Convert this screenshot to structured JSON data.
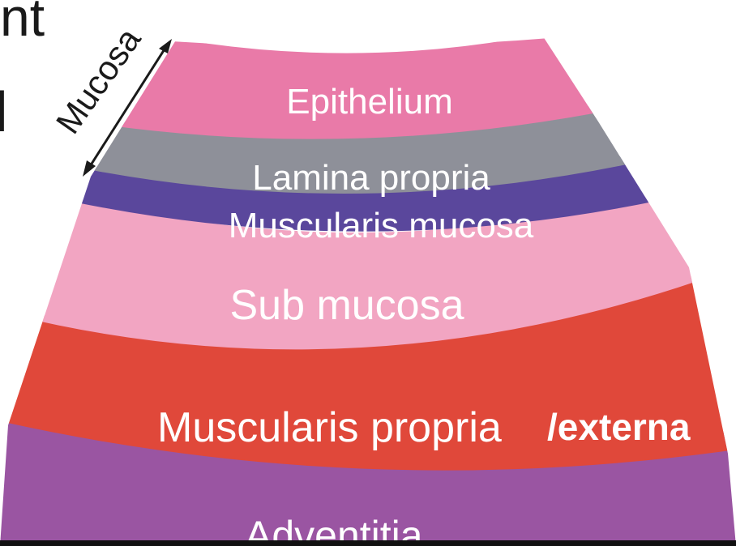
{
  "fragment": {
    "top_text": "nt",
    "side_text": "l"
  },
  "bracket": {
    "label": "Mucosa"
  },
  "layers": {
    "epithelium": {
      "label": "Epithelium",
      "color": "#e97aa8"
    },
    "lamina_propria": {
      "label": "Lamina propria",
      "color": "#8e9099"
    },
    "muscularis_mucosa": {
      "label": "Muscularis mucosa",
      "color": "#5a479c"
    },
    "sub_mucosa": {
      "label": "Sub mucosa",
      "color": "#f2a5c2"
    },
    "muscularis_propria": {
      "label": "Muscularis propria",
      "suffix": "/externa",
      "color": "#e0483a"
    },
    "adventitia": {
      "label": "Adventitia",
      "color": "#9a55a2"
    }
  }
}
